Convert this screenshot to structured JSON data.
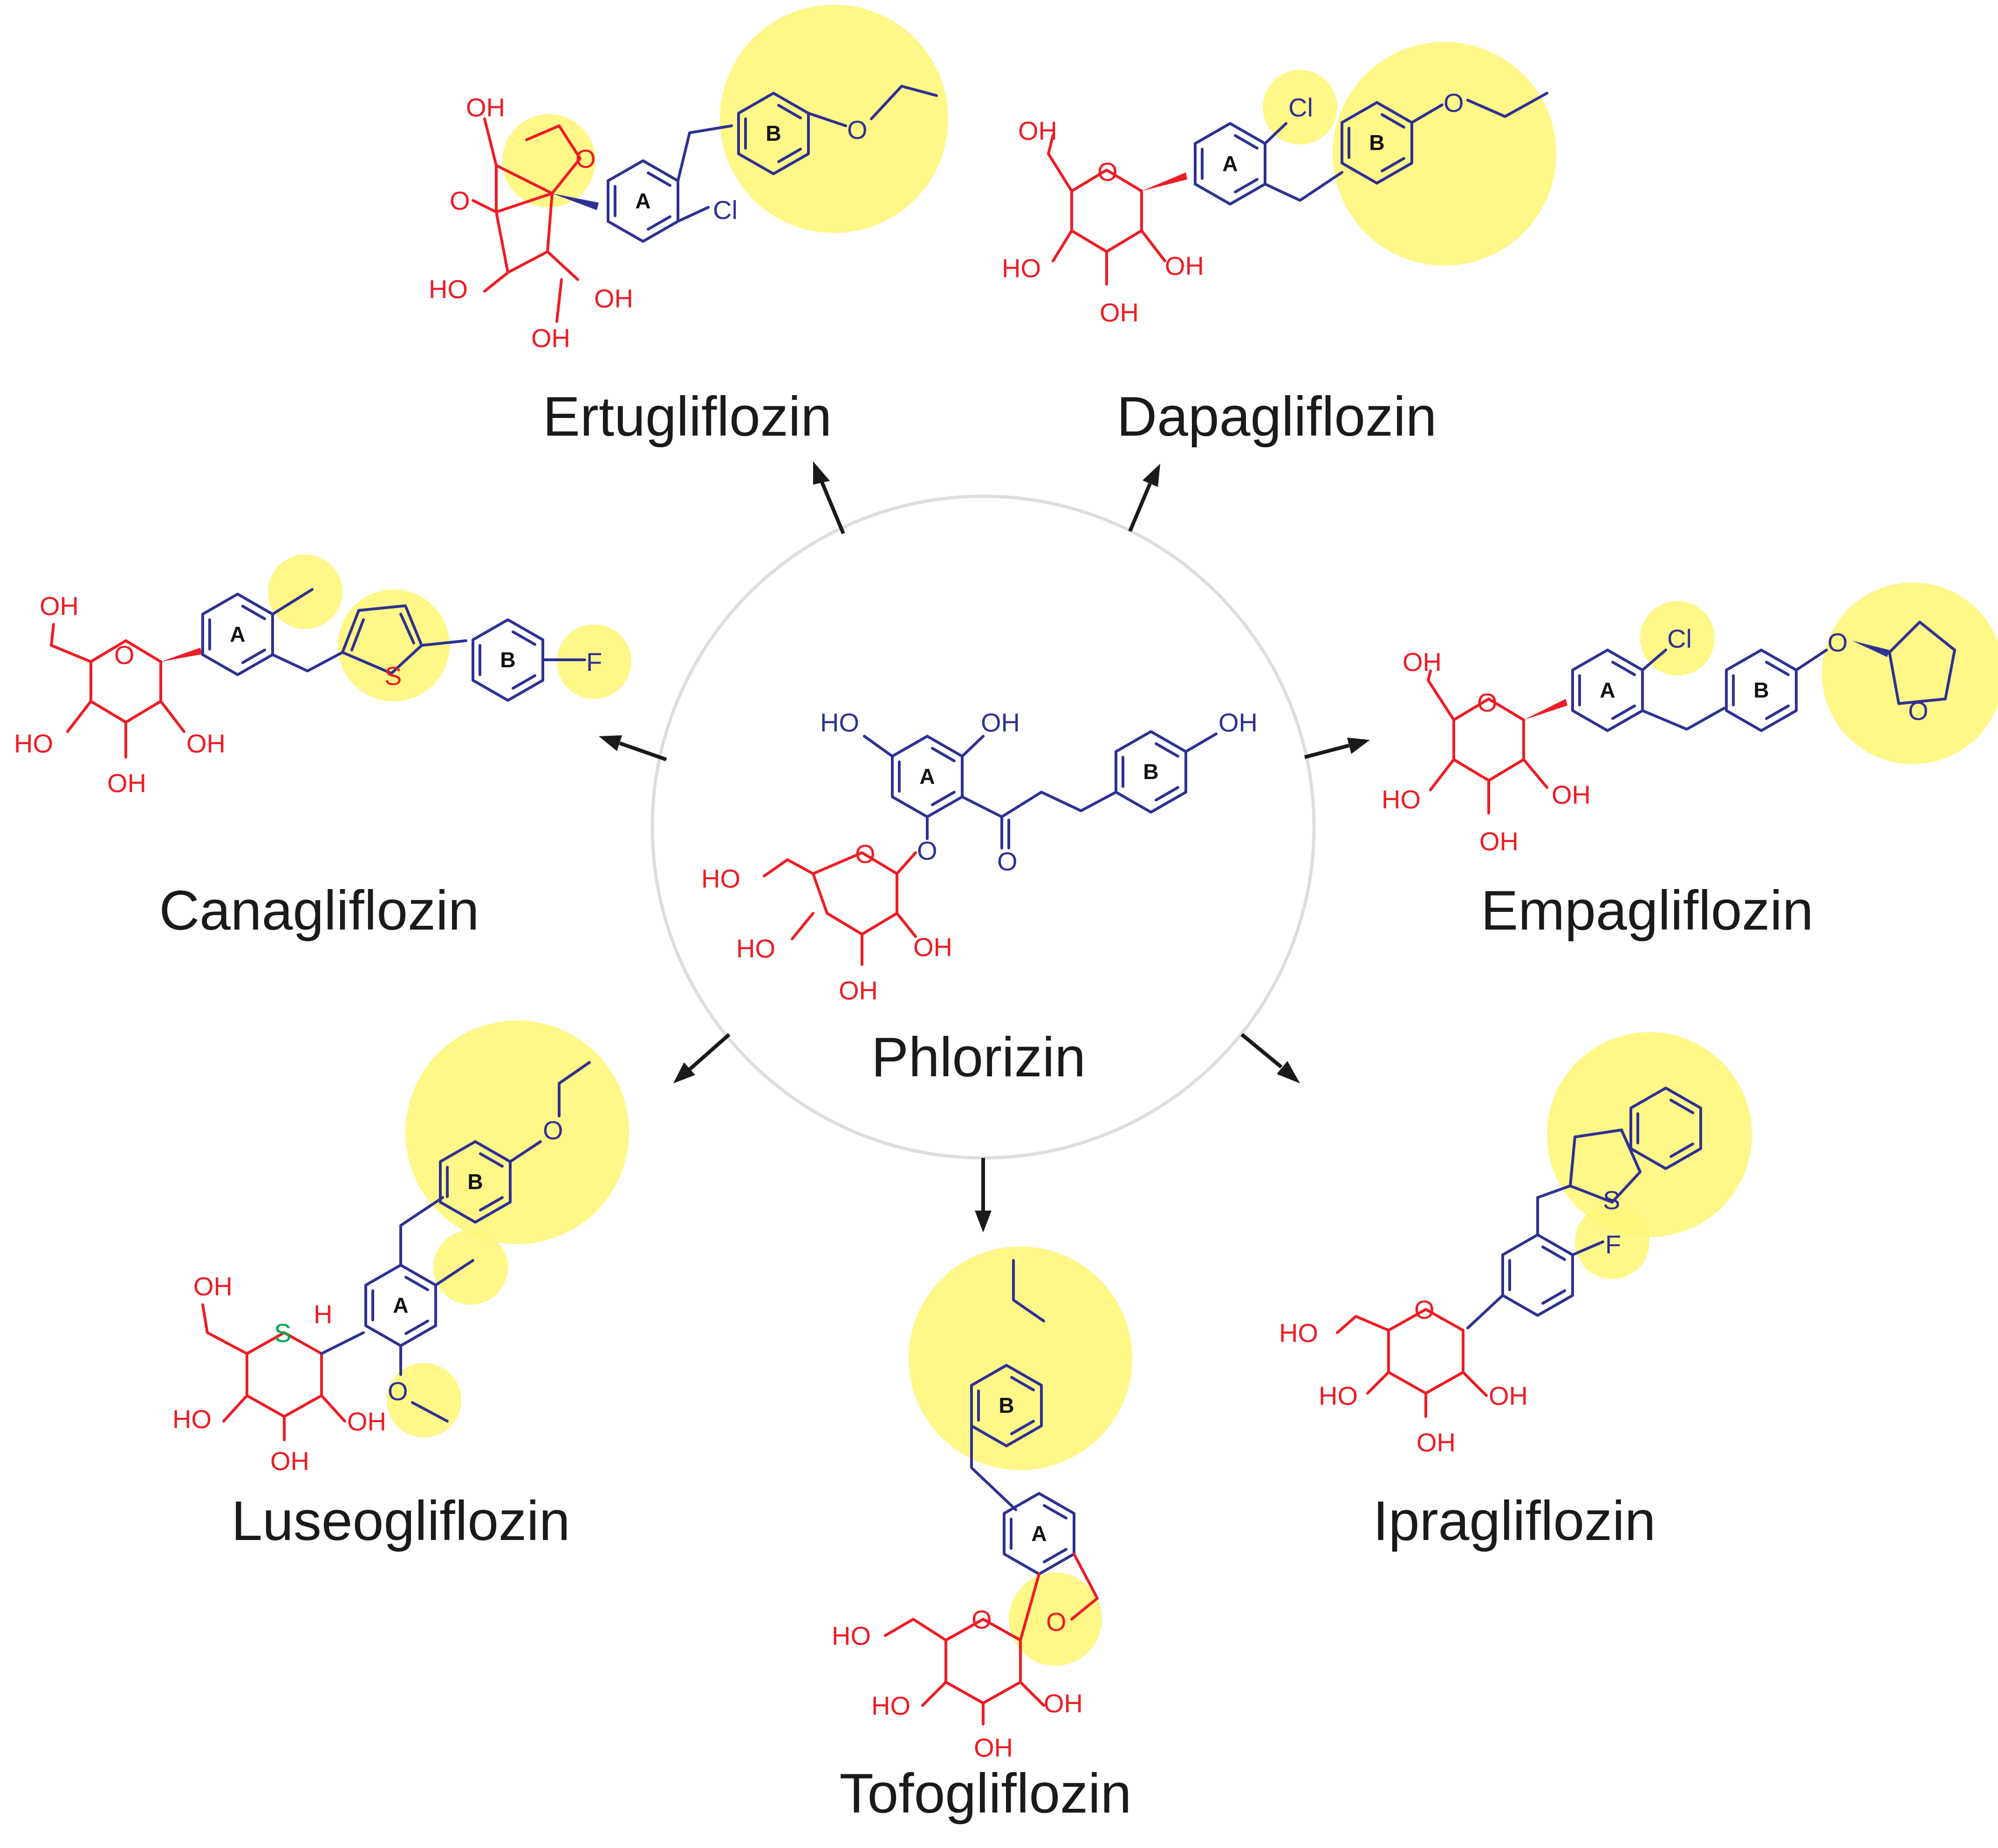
{
  "colors": {
    "sugar": "#ee1c25",
    "aromatic": "#2e3192",
    "sulfur_sugar": "#00a651",
    "highlight": "#fff67a",
    "hub_ring": "#dddddd",
    "arrow": "#1a1a1a"
  },
  "center": {
    "name": "Phlorizin",
    "labels": {
      "ho_top": "HO",
      "oh_top": "OH",
      "oh_b": "OH",
      "ring_a": "A",
      "ring_b": "B",
      "o_carbonyl": "O",
      "o_link": "O",
      "o_ring": "O",
      "ho_6": "HO",
      "ho_4": "HO",
      "oh_2": "OH",
      "oh_3": "OH"
    }
  },
  "drugs": {
    "ertugliflozin": {
      "name": "Ertugliflozin",
      "labels": {
        "oh_top": "OH",
        "o_bridge": "O",
        "o_ring": "O",
        "ring_a": "A",
        "ring_b": "B",
        "cl": "Cl",
        "o_ethoxy": "O",
        "ho_4": "HO",
        "oh_2": "OH",
        "oh_3": "OH"
      }
    },
    "dapagliflozin": {
      "name": "Dapagliflozin",
      "labels": {
        "oh_top": "OH",
        "o_ring": "O",
        "ring_a": "A",
        "ring_b": "B",
        "cl": "Cl",
        "o_ethoxy": "O",
        "ho_4": "HO",
        "oh_2": "OH",
        "oh_3": "OH"
      }
    },
    "canagliflozin": {
      "name": "Canagliflozin",
      "labels": {
        "oh_top": "OH",
        "o_ring": "O",
        "ring_a": "A",
        "ring_b": "B",
        "s": "S",
        "f": "F",
        "ho_4": "HO",
        "oh_2": "OH",
        "oh_3": "OH"
      }
    },
    "empagliflozin": {
      "name": "Empagliflozin",
      "labels": {
        "oh_top": "OH",
        "o_ring": "O",
        "ring_a": "A",
        "ring_b": "B",
        "cl": "Cl",
        "o_ether": "O",
        "o_thf": "O",
        "ho_4": "HO",
        "oh_2": "OH",
        "oh_3": "OH"
      }
    },
    "luseogliflozin": {
      "name": "Luseogliflozin",
      "labels": {
        "oh_top": "OH",
        "s_ring": "S",
        "h": "H",
        "ring_a": "A",
        "ring_b": "B",
        "o_ethoxy": "O",
        "o_methoxy": "O",
        "ho_4": "HO",
        "oh_2": "OH",
        "oh_3": "OH"
      }
    },
    "tofogliflozin": {
      "name": "Tofogliflozin",
      "labels": {
        "ho_6": "HO",
        "o_ring": "O",
        "ring_a": "A",
        "ring_b": "B",
        "o_spiro": "O",
        "ho_4": "HO",
        "oh_2": "OH",
        "oh_3": "OH"
      }
    },
    "ipragliflozin": {
      "name": "Ipragliflozin",
      "labels": {
        "ho_6": "HO",
        "o_ring": "O",
        "s": "S",
        "f": "F",
        "ho_4": "HO",
        "oh_2": "OH",
        "oh_3": "OH"
      }
    }
  }
}
